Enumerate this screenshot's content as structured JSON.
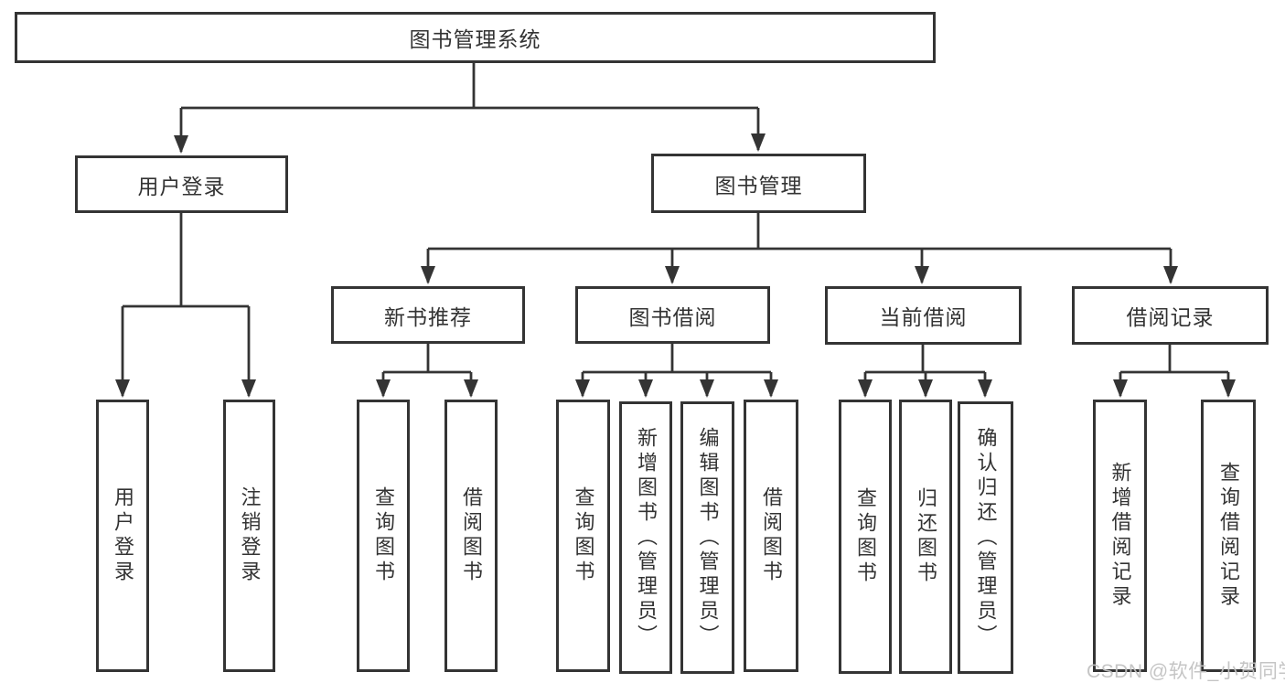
{
  "diagram": {
    "root": {
      "label": "图书管理系统"
    },
    "groups": [
      {
        "label": "用户登录",
        "children": [
          {
            "label": "用户登录"
          },
          {
            "label": "注销登录"
          }
        ]
      },
      {
        "label": "图书管理",
        "sections": [
          {
            "label": "新书推荐",
            "children": [
              {
                "label": "查询图书"
              },
              {
                "label": "借阅图书"
              }
            ]
          },
          {
            "label": "图书借阅",
            "children": [
              {
                "label": "查询图书"
              },
              {
                "label": "新增图书（管理员）"
              },
              {
                "label": "编辑图书（管理员）"
              },
              {
                "label": "借阅图书"
              }
            ]
          },
          {
            "label": "当前借阅",
            "children": [
              {
                "label": "查询图书"
              },
              {
                "label": "归还图书"
              },
              {
                "label": "确认归还（管理员）"
              }
            ]
          },
          {
            "label": "借阅记录",
            "children": [
              {
                "label": "新增借阅记录"
              },
              {
                "label": "查询借阅记录"
              }
            ]
          }
        ]
      }
    ],
    "colors": {
      "line": "#343434",
      "text": "#333333",
      "background": "#ffffff",
      "watermark": "#c2c2c2"
    },
    "watermark": "CSDN @软件_小贺同学"
  }
}
